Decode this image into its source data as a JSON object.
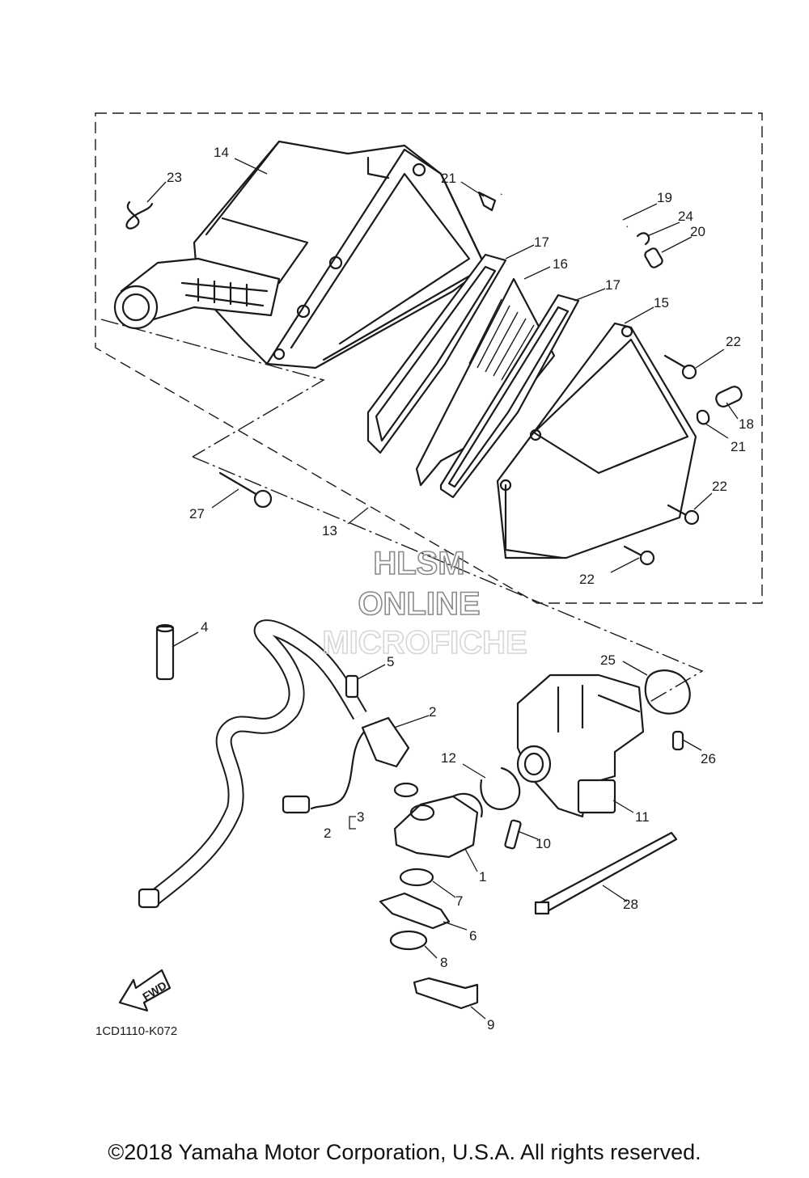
{
  "callouts": {
    "c1": "1",
    "c2a": "2",
    "c2b": "2",
    "c3": "3",
    "c4": "4",
    "c5": "5",
    "c6": "6",
    "c7": "7",
    "c8": "8",
    "c9": "9",
    "c10": "10",
    "c11": "11",
    "c12": "12",
    "c13": "13",
    "c14": "14",
    "c15": "15",
    "c16": "16",
    "c17a": "17",
    "c17b": "17",
    "c18": "18",
    "c19": "19",
    "c20": "20",
    "c21a": "21",
    "c21b": "21",
    "c22a": "22",
    "c22b": "22",
    "c22c": "22",
    "c23": "23",
    "c24": "24",
    "c25": "25",
    "c26": "26",
    "c27": "27",
    "c28": "28"
  },
  "watermark": {
    "line1": "HLSM",
    "line2": "ONLINE",
    "line3": "MICROFICHE"
  },
  "fwd_label": "FWD",
  "diagram_code": "1CD1110-K072",
  "copyright": "©2018 Yamaha Motor Corporation, U.S.A. All rights reserved."
}
